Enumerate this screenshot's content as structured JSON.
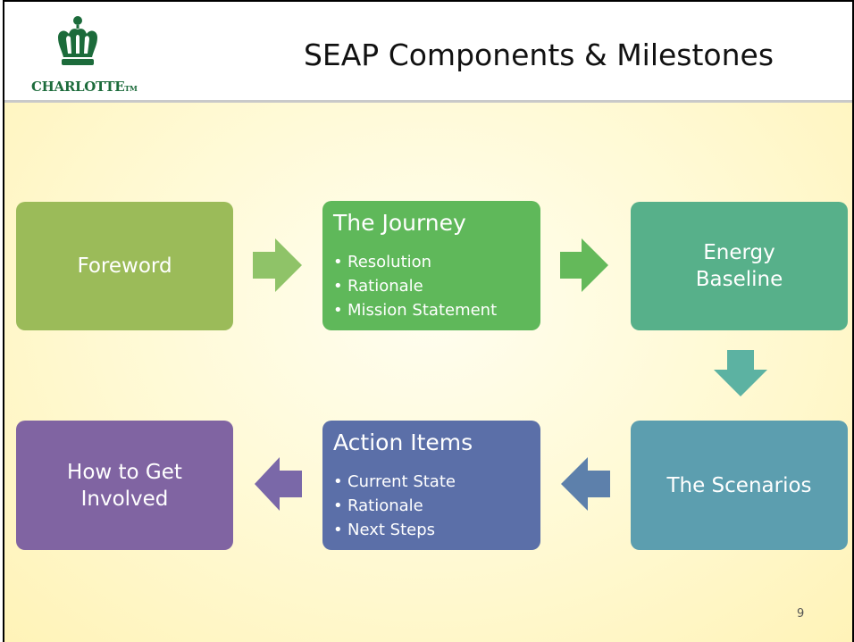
{
  "slide": {
    "title": "SEAP Components & Milestones",
    "logo_text": "CHARLOTTE",
    "logo_tm": "TM",
    "page_number": "9"
  },
  "steps": [
    {
      "label": "Foreword",
      "color": "#9bbb59"
    },
    {
      "title": "The Journey",
      "items": [
        "Resolution",
        "Rationale",
        "Mission Statement"
      ],
      "color": "#5fb85a"
    },
    {
      "label": "Energy\nBaseline",
      "color": "#57b08a"
    },
    {
      "label": "The Scenarios",
      "color": "#5c9eaf"
    },
    {
      "title": "Action Items",
      "items": [
        "Current State",
        "Rationale",
        "Next Steps"
      ],
      "color": "#5b6fa8"
    },
    {
      "label": "How to Get\nInvolved",
      "color": "#8064a2"
    }
  ],
  "arrows": [
    {
      "direction": "right",
      "color": "#8fc368"
    },
    {
      "direction": "right",
      "color": "#64b95a"
    },
    {
      "direction": "down",
      "color": "#5cb2a2"
    },
    {
      "direction": "left",
      "color": "#5d80ab"
    },
    {
      "direction": "left",
      "color": "#7a68a8"
    }
  ],
  "icons": {
    "logo": "crown-icon"
  }
}
